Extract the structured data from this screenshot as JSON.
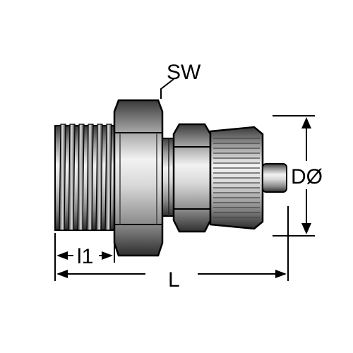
{
  "labels": {
    "wrench_size": "SW",
    "tube_diameter": "DØ",
    "thread_length": "l1",
    "total_length": "L"
  },
  "colors": {
    "ink": "#000000",
    "metal_light": "#e6e6e6",
    "metal_mid": "#a8a8a8",
    "metal_dark": "#4a4a4a",
    "background": "#ffffff"
  }
}
